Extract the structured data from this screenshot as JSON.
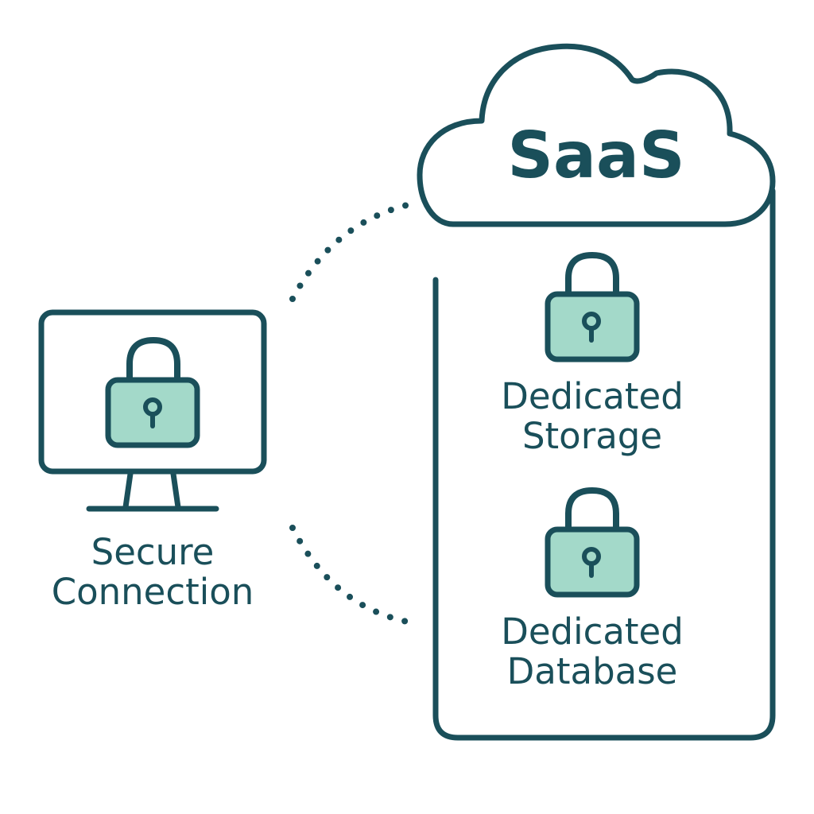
{
  "colors": {
    "stroke": "#1a4f5a",
    "lock_fill": "#a3d9c9",
    "text": "#1a4f5a",
    "background": "#ffffff"
  },
  "cloud": {
    "title": "SaaS",
    "icon": "cloud-icon"
  },
  "client": {
    "icon": "monitor-icon",
    "lock_icon": "padlock-icon",
    "label_line1": "Secure",
    "label_line2": "Connection"
  },
  "features": [
    {
      "icon": "padlock-icon",
      "label_line1": "Dedicated",
      "label_line2": "Storage"
    },
    {
      "icon": "padlock-icon",
      "label_line1": "Dedicated",
      "label_line2": "Database"
    }
  ]
}
